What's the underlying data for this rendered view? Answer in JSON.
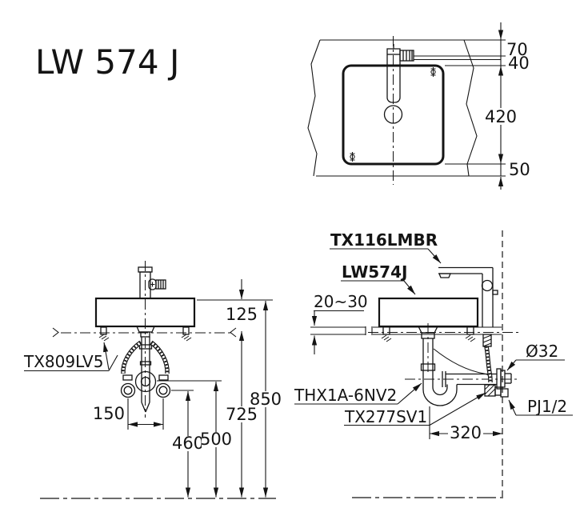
{
  "title": "LW 574 J",
  "colors": {
    "ink": "#141414",
    "background": "#ffffff"
  },
  "top_view": {
    "d70": "70",
    "d40": "40",
    "d420": "420",
    "d50": "50"
  },
  "front_view": {
    "part_label": "TX809LV5",
    "d125": "125",
    "d150": "150",
    "d460": "460",
    "d500": "500",
    "d725": "725",
    "d850": "850"
  },
  "side_view": {
    "faucet_label": "TX116LMBR",
    "basin_label": "LW574J",
    "trap_label": "THX1A-6NV2",
    "valve_label": "TX277SV1",
    "d20_30": "20~30",
    "d320": "320",
    "dia32": "Ø32",
    "pj12": "PJ1/2"
  }
}
